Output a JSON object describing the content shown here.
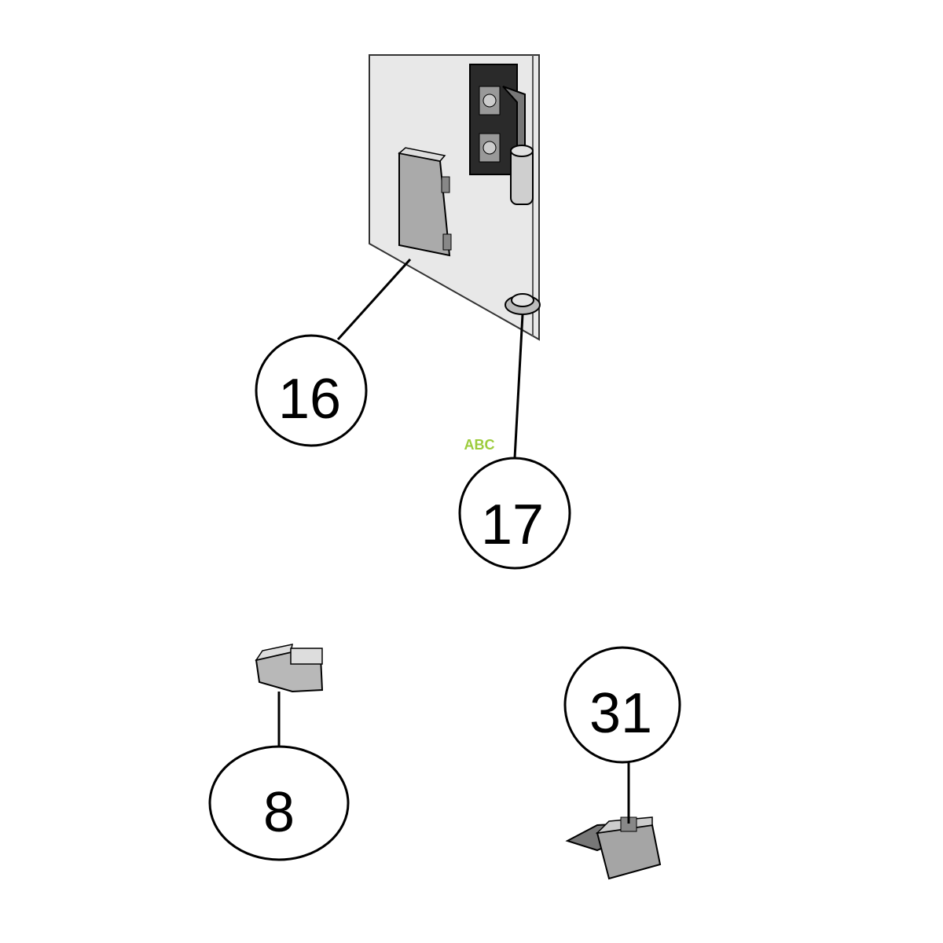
{
  "callouts": [
    {
      "id": "16",
      "label": "16"
    },
    {
      "id": "17",
      "label": "17"
    },
    {
      "id": "8",
      "label": "8"
    },
    {
      "id": "31",
      "label": "31"
    }
  ],
  "watermark": "ABC",
  "colors": {
    "part_fill": "#e6e6e6",
    "part_dark": "#8a8a8a",
    "outline": "#000000",
    "watermark": "#9ccc3c"
  }
}
